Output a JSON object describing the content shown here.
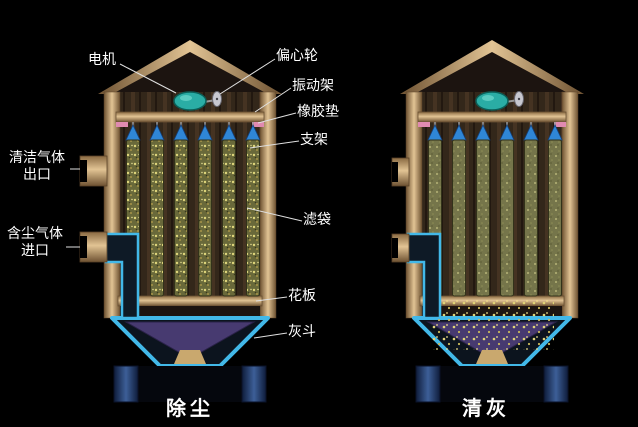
{
  "labels": {
    "motor": "电机",
    "eccentric_wheel": "偏心轮",
    "vibration_frame": "振动架",
    "rubber_pad": "橡胶垫",
    "support_frame": "支架",
    "filter_bag": "滤袋",
    "tube_sheet": "花板",
    "ash_hopper": "灰斗",
    "clean_gas_outlet_line1": "清洁气体",
    "clean_gas_outlet_line2": "出口",
    "dusty_gas_inlet_line1": "含尘气体",
    "dusty_gas_inlet_line2": "进口",
    "left_caption": "除尘",
    "right_caption": "清灰"
  },
  "colors": {
    "background": "#000000",
    "housing_tan": "#c8a878",
    "hopper_blue": "#42b8e8",
    "motor_teal": "#2aada5",
    "bag_olive": "#6b6b38",
    "cone_blue": "#2f86d6",
    "funnel_purple": "#473a70",
    "leg_navy": "#1e3a6e",
    "label_text": "#ffffff"
  }
}
